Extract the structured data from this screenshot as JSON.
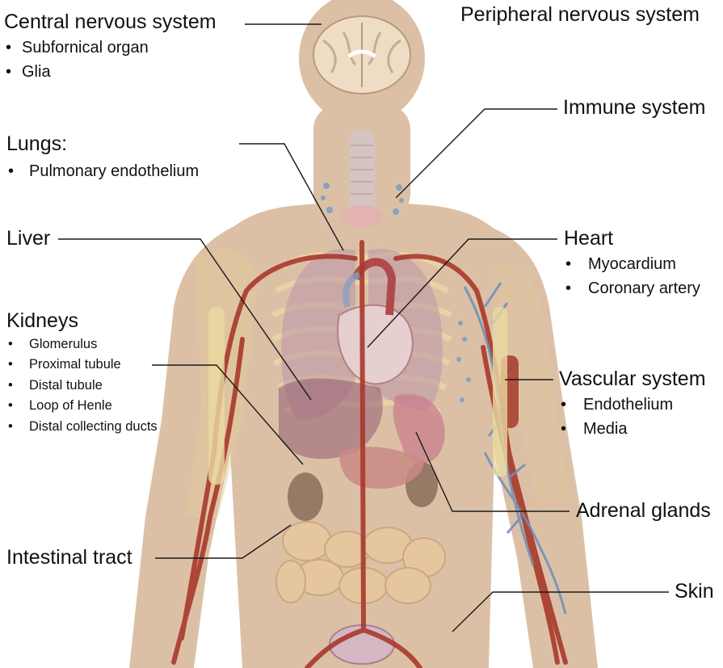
{
  "labels": {
    "cns": {
      "title": "Central nervous system",
      "items": [
        "Subfornical organ",
        "Glia"
      ]
    },
    "pns": {
      "title": "Peripheral nervous system"
    },
    "immune": {
      "title": "Immune system"
    },
    "lungs": {
      "title": "Lungs:",
      "items": [
        "Pulmonary endothelium"
      ]
    },
    "liver": {
      "title": "Liver"
    },
    "heart": {
      "title": "Heart",
      "items": [
        "Myocardium",
        "Coronary artery"
      ]
    },
    "kidneys": {
      "title": "Kidneys",
      "items": [
        "Glomerulus",
        "Proximal tubule",
        "Distal tubule",
        "Loop of Henle",
        "Distal collecting ducts"
      ]
    },
    "vascular": {
      "title": "Vascular system",
      "items": [
        "Endothelium",
        "Media"
      ]
    },
    "adrenal": {
      "title": "Adrenal glands"
    },
    "intestinal": {
      "title": "Intestinal tract"
    },
    "skin": {
      "title": "Skin"
    }
  },
  "colors": {
    "skin": "#dcc0a6",
    "skin_dark": "#c9a98d",
    "artery": "#a8392c",
    "vein": "#6a8fb8",
    "bone": "#ead9a0",
    "lung": "#b994a8",
    "organ_pink": "#d7a3a3",
    "kidney": "#8a6d5a",
    "leader_line": "#1a1a1a"
  }
}
